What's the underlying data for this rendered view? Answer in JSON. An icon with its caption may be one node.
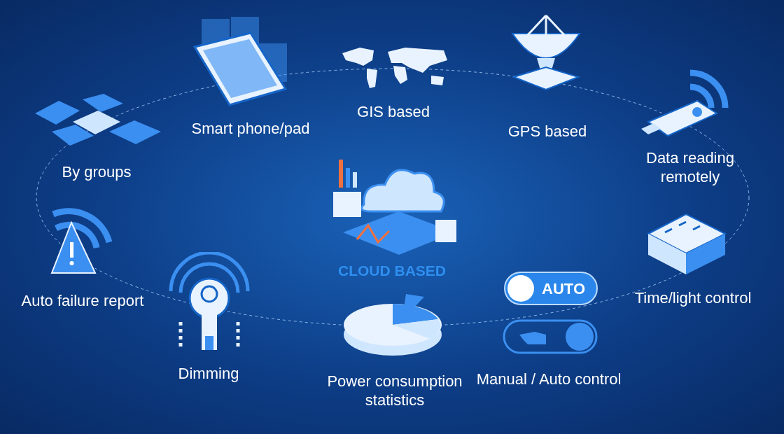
{
  "diagram": {
    "labels": [
      "GIS based",
      "Smart phone/pad",
      "GPS based",
      "By groups",
      "Data reading remotely",
      "CLOUD BASED",
      "AUTO",
      "Auto failure report",
      "Time/light control",
      "Dimming",
      "Manual / Auto control",
      "Power consumption statistics"
    ]
  }
}
